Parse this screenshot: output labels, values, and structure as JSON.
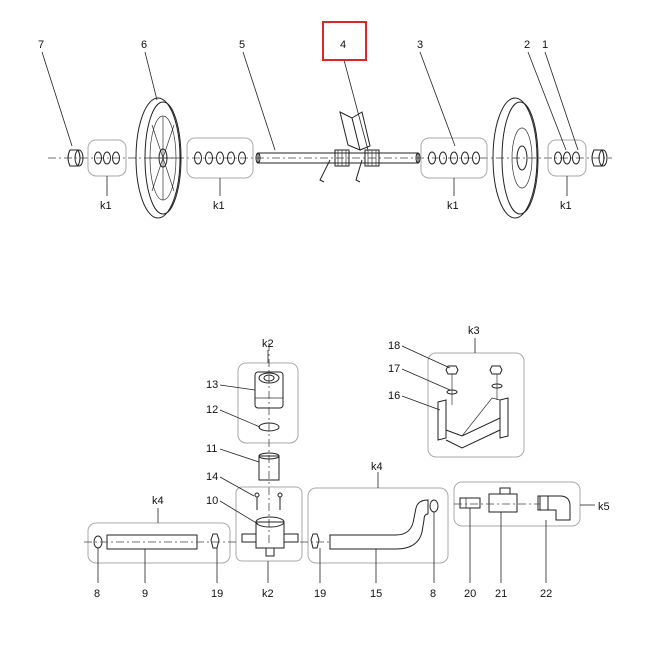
{
  "highlight_color": "#e0242a",
  "top": {
    "callouts": {
      "c7": "7",
      "c6": "6",
      "c5": "5",
      "c4": "4",
      "c3": "3",
      "c2": "2",
      "c1": "1"
    },
    "kits": {
      "k1a": "k1",
      "k1b": "k1",
      "k1c": "k1",
      "k1d": "k1"
    }
  },
  "bottom": {
    "kit_titles": {
      "k2top": "k2",
      "k2bot": "k2",
      "k3": "k3",
      "k4a": "k4",
      "k4b": "k4",
      "k5": "k5"
    },
    "callouts": {
      "c18": "18",
      "c17": "17",
      "c16": "16",
      "c13": "13",
      "c12": "12",
      "c11": "11",
      "c14": "14",
      "c10": "10",
      "c8a": "8",
      "c9": "9",
      "c19a": "19",
      "c19b": "19",
      "c15": "15",
      "c8b": "8",
      "c20": "20",
      "c21": "21",
      "c22": "22"
    }
  }
}
